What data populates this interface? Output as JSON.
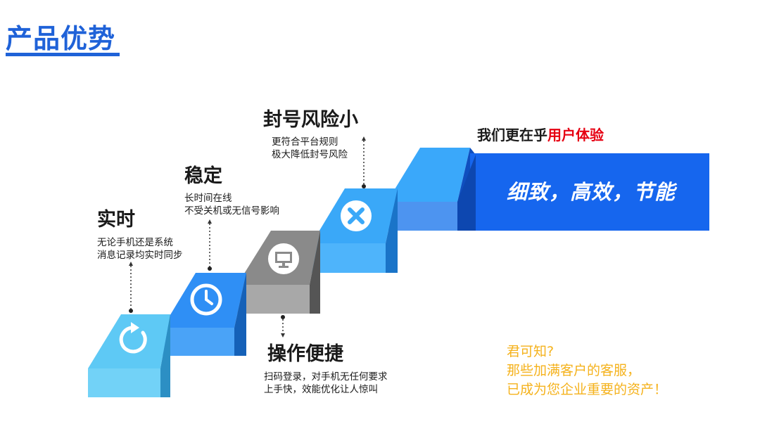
{
  "page_title": "产品优势",
  "steps": [
    {
      "title": "实时",
      "desc_lines": [
        "无论手机还是系统",
        "消息记录均实时同步"
      ],
      "icon": "refresh-icon"
    },
    {
      "title": "稳定",
      "desc_lines": [
        "长时间在线",
        "不受关机或无信号影响"
      ],
      "icon": "clock-icon"
    },
    {
      "title": "操作便捷",
      "desc_lines": [
        "扫码登录，对手机无任何要求",
        "上手快，效能优化让人惊叫"
      ],
      "icon": "monitor-icon"
    },
    {
      "title": "封号风险小",
      "desc_lines": [
        "更符合平台规则",
        "极大降低封号风险"
      ],
      "icon": "close-icon"
    }
  ],
  "value": {
    "heading_prefix": "我们更在乎",
    "heading_highlight": "用户体验",
    "banner_text": "细致，高效，节能"
  },
  "closing_lines": [
    "君可知?",
    "那些加满客户的客服，",
    "已成为您企业重要的资产！"
  ],
  "colors": {
    "brand_blue": "#1f62d8",
    "highlight_red": "#e60012",
    "closing_gold": "#f5b21c",
    "step1": "#5ec9f5",
    "step2": "#2f8ff5",
    "step3": "#8a8a8a",
    "step4": "#3aa8f8",
    "step5": "#1666ee"
  }
}
